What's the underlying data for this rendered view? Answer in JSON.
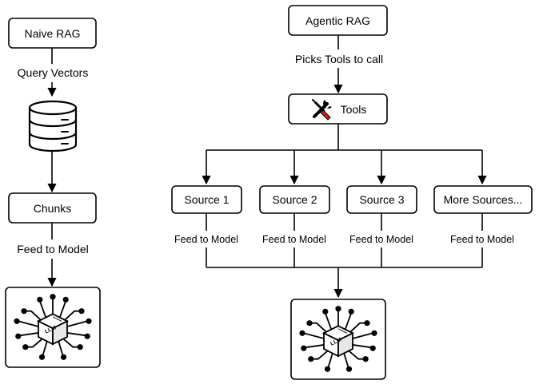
{
  "naive": {
    "title": "Naive RAG",
    "edge_query": "Query Vectors",
    "chunks": "Chunks",
    "edge_feed": "Feed to Model"
  },
  "agentic": {
    "title": "Agentic RAG",
    "edge_picks": "Picks Tools to call",
    "tools": "Tools",
    "sources": [
      {
        "label": "Source 1",
        "feed": "Feed to Model"
      },
      {
        "label": "Source 2",
        "feed": "Feed to Model"
      },
      {
        "label": "Source 3",
        "feed": "Feed to Model"
      },
      {
        "label": "More Sources...",
        "feed": "Feed to Model"
      }
    ]
  },
  "llm_chip_text": "LLM",
  "icons": {
    "database": "database-icon",
    "tools": "tools-icon",
    "llm": "llm-chip-icon"
  }
}
